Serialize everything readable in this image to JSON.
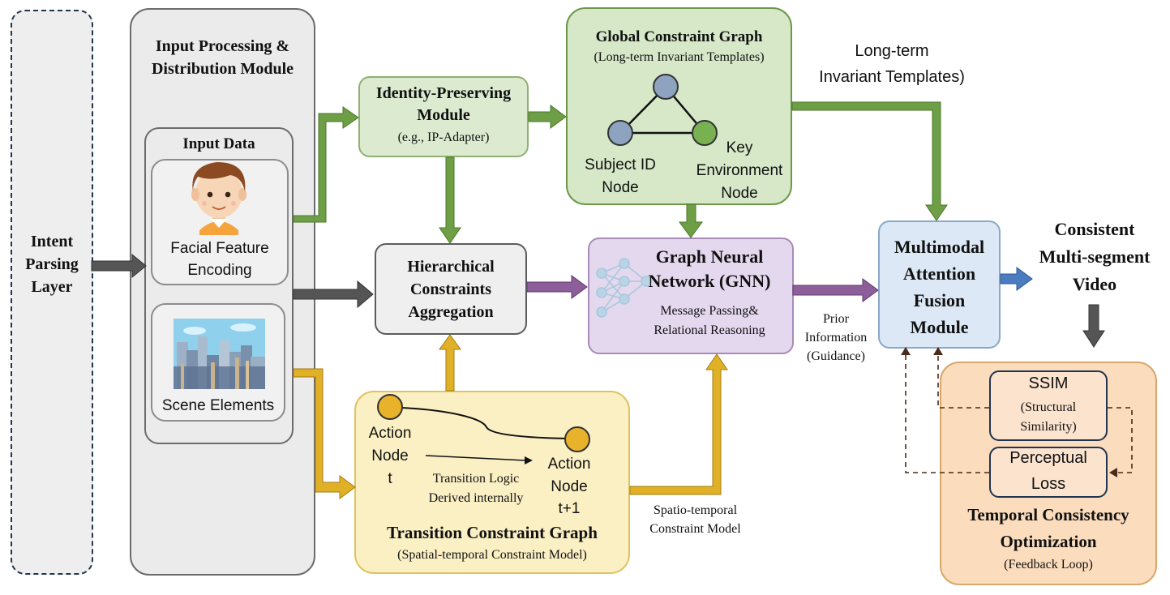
{
  "intent": {
    "line1": "Intent",
    "line2": "Parsing",
    "line3": "Layer"
  },
  "input_module": {
    "line1": "Input Processing &",
    "line2": "Distribution Module"
  },
  "input_data": {
    "title": "Input Data",
    "facial": {
      "line1": "Facial Feature",
      "line2": "Encoding"
    },
    "scene": {
      "label": "Scene Elements"
    }
  },
  "identity": {
    "line1": "Identity-Preserving",
    "line2": "Module",
    "sub": "(e.g., IP-Adapter)"
  },
  "global_graph": {
    "title": "Global Constraint Graph",
    "sub": "(Long-term Invariant Templates)",
    "subject_node": {
      "line1": "Subject ID",
      "line2": "Node"
    },
    "key_node": {
      "line1": "Key",
      "line2": "Environment",
      "line3": "Node"
    }
  },
  "long_term": {
    "line1": "Long-term",
    "line2": "Invariant Templates)"
  },
  "hierarchical": {
    "line1": "Hierarchical",
    "line2": "Constraints",
    "line3": "Aggregation"
  },
  "gnn": {
    "line1": "Graph Neural",
    "line2": "Network (GNN)",
    "sub1": "Message Passing&",
    "sub2": "Relational Reasoning"
  },
  "prior": {
    "line1": "Prior",
    "line2": "Information",
    "line3": "(Guidance)"
  },
  "fusion": {
    "line1": "Multimodal",
    "line2": "Attention",
    "line3": "Fusion",
    "line4": "Module"
  },
  "output": {
    "line1": "Consistent",
    "line2": "Multi-segment",
    "line3": "Video"
  },
  "transition": {
    "node_t": {
      "line1": "Action",
      "line2": "Node",
      "line3": "t"
    },
    "node_t1": {
      "line1": "Action",
      "line2": "Node",
      "line3": "t+1"
    },
    "logic": {
      "line1": "Transition Logic",
      "line2": "Derived internally"
    },
    "title": "Transition Constraint Graph",
    "sub": "(Spatial-temporal Constraint Model)"
  },
  "spatio": {
    "line1": "Spatio-temporal",
    "line2": "Constraint Model"
  },
  "temporal": {
    "ssim": {
      "line1": "SSIM",
      "line2": "(Structural",
      "line3": "Similarity)"
    },
    "perceptual": {
      "line1": "Perceptual",
      "line2": "Loss"
    },
    "title1": "Temporal Consistency",
    "title2": "Optimization",
    "sub": "(Feedback Loop)"
  },
  "colors": {
    "green": "#6e9e45",
    "green_dark": "#4b7a2a",
    "gold": "#e0b027",
    "gold_dark": "#a67c10",
    "purple": "#8d5f9a",
    "blue": "#4a7cbf",
    "gray_arrow": "#555555",
    "node_blue": "#8ea3c0",
    "node_green": "#79b152",
    "node_gold": "#e8b32a"
  }
}
